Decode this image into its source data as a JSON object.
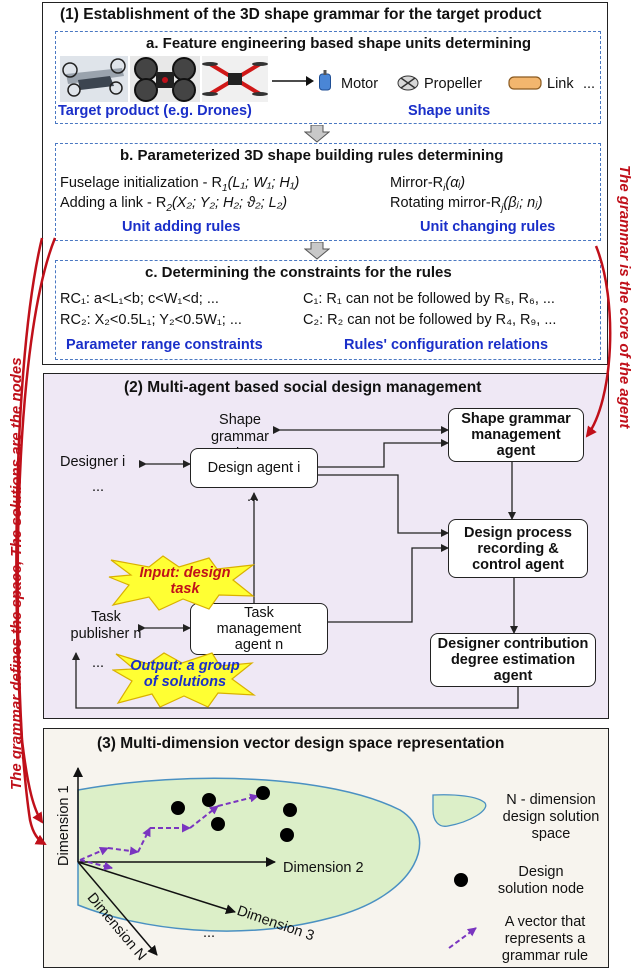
{
  "section1": {
    "title": "(1) Establishment of the 3D shape grammar for the target product",
    "a": {
      "title": "a. Feature engineering based shape units determining",
      "motor": "Motor",
      "propeller": "Propeller",
      "link": "Link",
      "ellipsis": "...",
      "target_label": "Target product (e.g. Drones)",
      "units_label": "Shape units"
    },
    "b": {
      "title": "b. Parameterized 3D shape building rules determining",
      "rule1_text": "Fuselage initialization - R",
      "rule1_args": "(L₁; W₁; H₁)",
      "rule2_text": "Adding a link - R",
      "rule2_args": "(X₂; Y₂; H₂; ϑ₂; L₂)",
      "rule3_text": "Mirror-R",
      "rule3_args": "(αᵢ)",
      "rule4_text": "Rotating mirror-R",
      "rule4_args": "(βⱼ; nⱼ)",
      "adding_label": "Unit adding rules",
      "changing_label": "Unit changing rules"
    },
    "c": {
      "title": "c. Determining the constraints for the rules",
      "rc1": "RC₁: a<L₁<b; c<W₁<d; ...",
      "rc2": "RC₂: X₂<0.5L₁; Y₂<0.5W₁; ...",
      "c1": "C₁: R₁ can not be followed by R₅, R₆, ...",
      "c2": "C₂: R₂ can not be followed by R₄, R₉, ...",
      "param_label": "Parameter range constraints",
      "config_label": "Rules' configuration relations"
    }
  },
  "section2": {
    "title": "(2) Multi-agent based social design management",
    "engineer": "Shape grammar engineer",
    "designer": "Designer i",
    "dots1": "...",
    "dots2": "...",
    "dots3": "...",
    "task_publisher": "Task publisher n",
    "design_agent": "Design agent i",
    "task_agent": "Task management agent n",
    "sg_agent": "Shape grammar management agent",
    "process_agent": "Design process recording & control agent",
    "contribution_agent": "Designer contribution degree estimation agent",
    "input_star": "Input: design task",
    "output_star": "Output: a group of solutions"
  },
  "section3": {
    "title": "(3) Multi-dimension vector design space representation",
    "dim1": "Dimension 1",
    "dim2": "Dimension 2",
    "dim3": "Dimension 3",
    "dimN": "Dimension N",
    "dots": "...",
    "legend_space": "N - dimension design solution space",
    "legend_node": "Design solution node",
    "legend_vector": "A vector that represents a grammar rule"
  },
  "side_labels": {
    "left": "The grammar defines the space, The solutions are the nodes",
    "right": "The grammar is the core of the agent"
  },
  "colors": {
    "accent_blue": "#1a2fc9",
    "panel2_bg": "#efe8f5",
    "panel3_bg": "#f7f4ee",
    "space_fill": "#dcefc8",
    "star_fill": "#ffff33",
    "side_red": "#c0101a",
    "vector_purple": "#7a35c0"
  }
}
